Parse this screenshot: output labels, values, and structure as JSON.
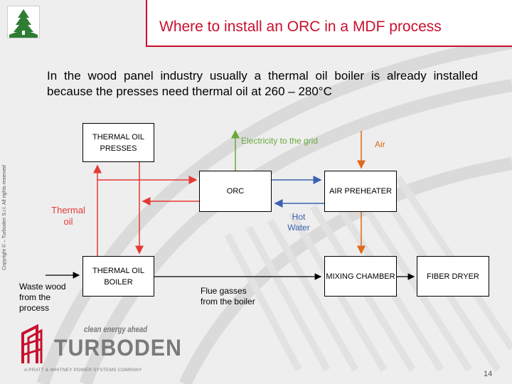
{
  "slide": {
    "title": "Where to install an ORC in a MDF process",
    "intro": "In the wood panel industry usually a thermal oil boiler is already installed because the presses need thermal oil at 260 – 280°C",
    "copyright": "Copyright © – Turboden S.r.l. All rights reserved",
    "page_number": "14"
  },
  "diagram": {
    "boxes": {
      "presses": "THERMAL OIL PRESSES",
      "boiler": "THERMAL OIL BOILER",
      "orc": "ORC",
      "preheater": "AIR PREHEATER",
      "mixing": "MIXING CHAMBER",
      "dryer": "FIBER DRYER"
    },
    "labels": {
      "thermal_oil": "Thermal oil",
      "electricity": "Electricity to the grid",
      "air": "Air",
      "hot_water": "Hot Water",
      "waste_wood": "Waste wood from the process",
      "flue_gasses": "Flue gasses from the boiler"
    }
  },
  "brand": {
    "name": "TURBODEN",
    "tagline": "clean energy ahead",
    "subtitle": "A PRATT & WHITNEY POWER SYSTEMS COMPANY"
  },
  "colors": {
    "title_red": "#c8102e",
    "thermal_oil_line": "#e53935",
    "electricity_line": "#6aa83c",
    "air_line": "#e06a1a",
    "water_line": "#3a62b0"
  }
}
